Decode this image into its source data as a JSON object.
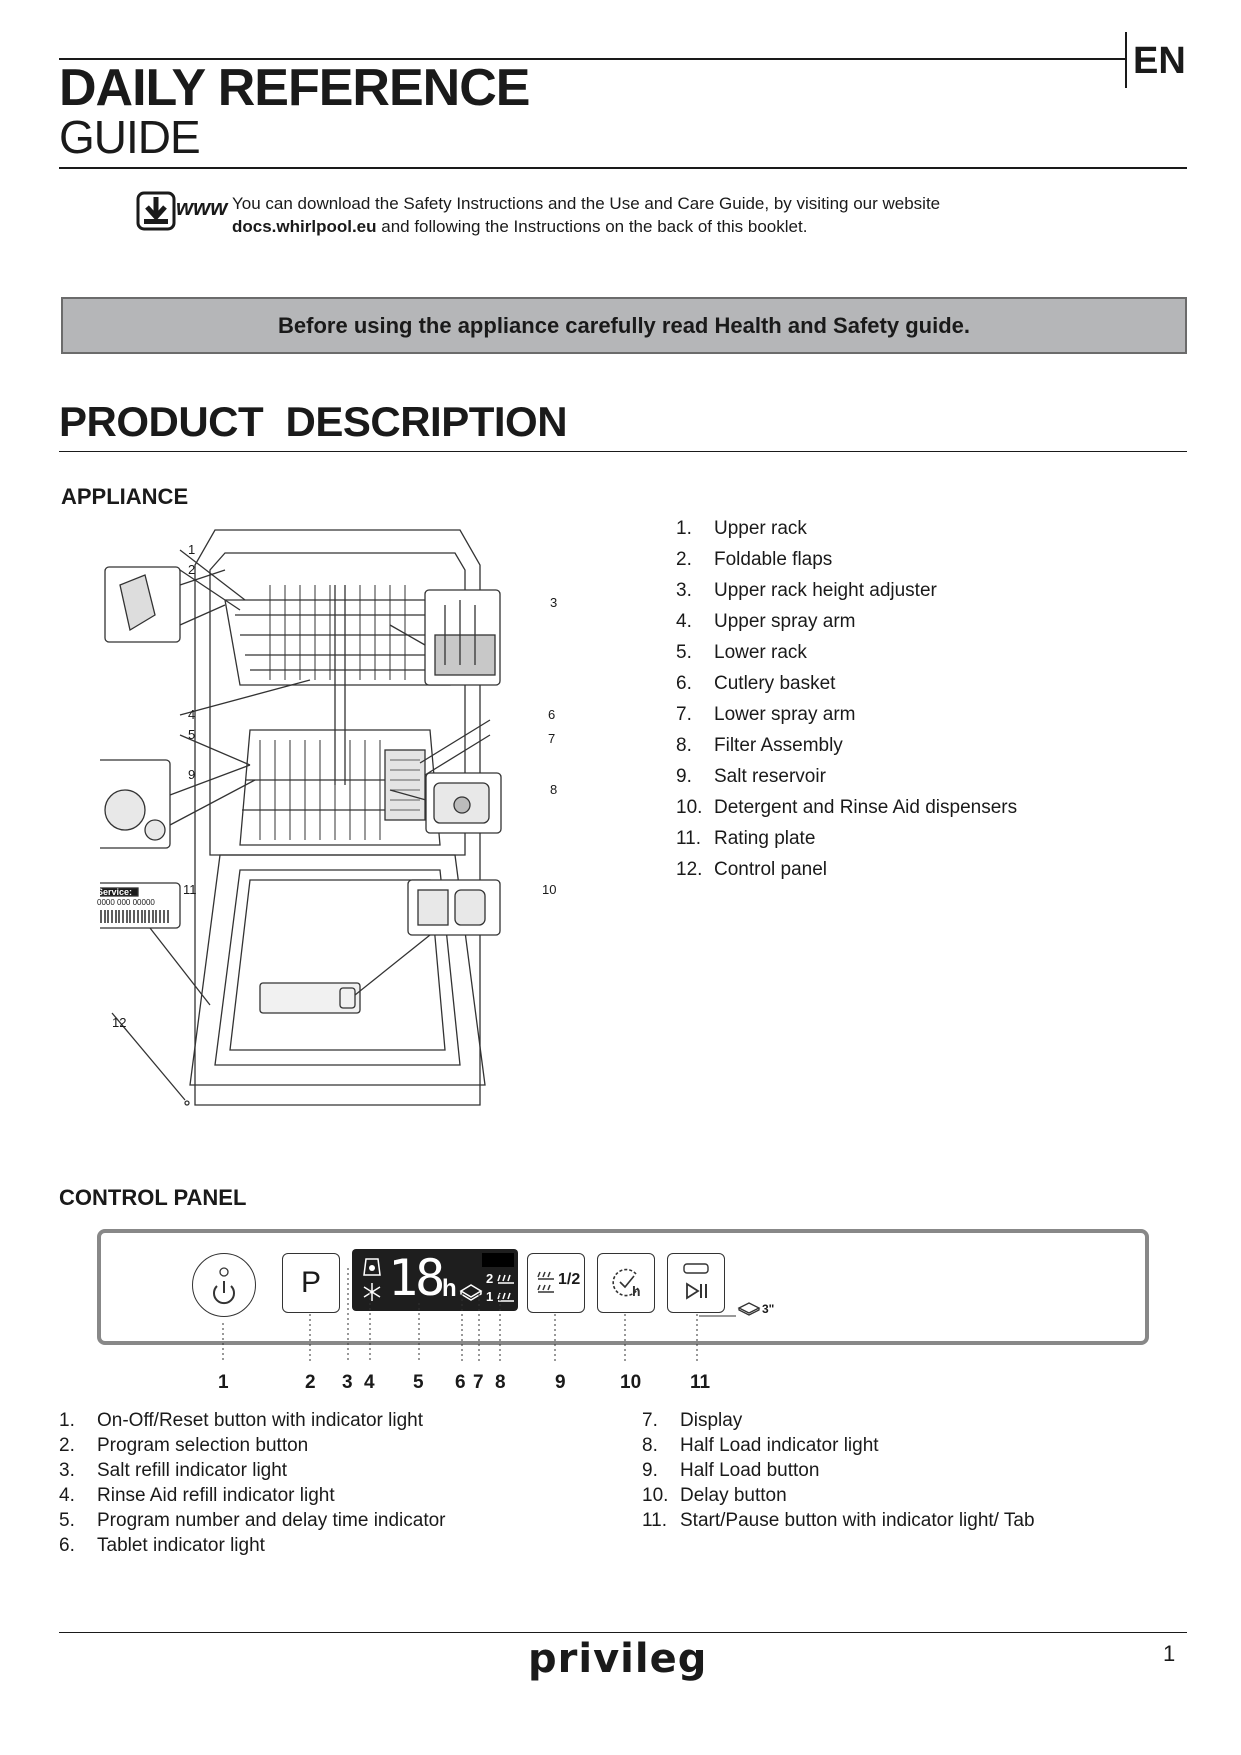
{
  "header": {
    "title_bold": "DAILY REFERENCE",
    "title_light": "GUIDE",
    "language": "EN"
  },
  "download_note": {
    "icon": "download-www-icon",
    "icon_text": "www",
    "line1": "You can download the Safety Instructions and the Use and Care Guide, by visiting our website",
    "website": "docs.whirlpool.eu",
    "line2_rest": " and following the Instructions on the back of this booklet."
  },
  "warning_banner": "Before using the appliance carefully read Health and Safety guide.",
  "product_description": {
    "heading": "PRODUCT  DESCRIPTION",
    "appliance_heading": "APPLIANCE",
    "appliance_items": [
      {
        "num": "1.",
        "label": "Upper rack"
      },
      {
        "num": "2.",
        "label": "Foldable flaps"
      },
      {
        "num": "3.",
        "label": "Upper rack height adjuster"
      },
      {
        "num": "4.",
        "label": "Upper spray arm"
      },
      {
        "num": "5.",
        "label": "Lower rack"
      },
      {
        "num": "6.",
        "label": "Cutlery basket"
      },
      {
        "num": "7.",
        "label": "Lower spray arm"
      },
      {
        "num": "8.",
        "label": "Filter Assembly"
      },
      {
        "num": "9.",
        "label": "Salt reservoir"
      },
      {
        "num": "10.",
        "label": "Detergent and Rinse Aid dispensers"
      },
      {
        "num": "11.",
        "label": "Rating plate"
      },
      {
        "num": "12.",
        "label": "Control panel"
      }
    ],
    "diagram_callouts": [
      "1",
      "2",
      "3",
      "4",
      "5",
      "6",
      "7",
      "8",
      "9",
      "10",
      "11",
      "12"
    ],
    "rating_plate_text": "Service:",
    "rating_plate_number": "0000 000 00000"
  },
  "control_panel": {
    "heading": "CONTROL PANEL",
    "display_digits": "18",
    "display_unit": "h",
    "p_label": "P",
    "half_load_label": "1/2",
    "half_load_rows": [
      "2",
      "1"
    ],
    "tab_hold": "3\"",
    "callout_numbers": [
      "1",
      "2",
      "3",
      "4",
      "5",
      "6",
      "7",
      "8",
      "9",
      "10",
      "11"
    ],
    "items_left": [
      {
        "num": "1.",
        "label": "On-Off/Reset button with indicator light"
      },
      {
        "num": "2.",
        "label": "Program selection button"
      },
      {
        "num": "3.",
        "label": "Salt refill indicator light"
      },
      {
        "num": "4.",
        "label": "Rinse Aid refill indicator light"
      },
      {
        "num": "5.",
        "label": "Program number and delay time indicator"
      },
      {
        "num": "6.",
        "label": "Tablet indicator light"
      }
    ],
    "items_right": [
      {
        "num": "7.",
        "label": "Display"
      },
      {
        "num": "8.",
        "label": "Half Load indicator light"
      },
      {
        "num": "9.",
        "label": "Half Load button"
      },
      {
        "num": "10.",
        "label": "Delay button"
      },
      {
        "num": "11.",
        "label": "Start/Pause button with indicator light/ Tab"
      }
    ]
  },
  "footer": {
    "brand": "privileg",
    "page_number": "1"
  }
}
